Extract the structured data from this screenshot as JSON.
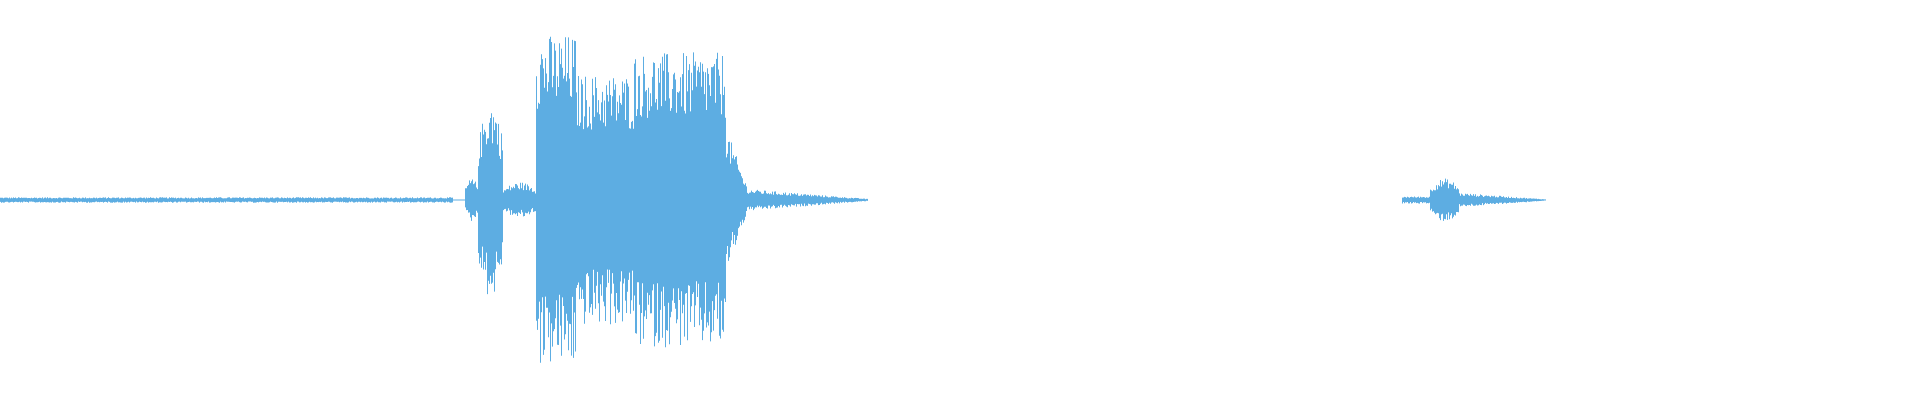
{
  "waveform": {
    "color": "#5dade2",
    "background": "#ffffff",
    "duration_fraction_segments": [
      {
        "start": 0.0,
        "end": 0.236,
        "amplitude": 0.015,
        "kind": "noise"
      },
      {
        "start": 0.242,
        "end": 0.249,
        "amplitude": 0.12,
        "kind": "burst"
      },
      {
        "start": 0.249,
        "end": 0.262,
        "amplitude": 0.55,
        "kind": "burst"
      },
      {
        "start": 0.262,
        "end": 0.279,
        "amplitude": 0.1,
        "kind": "burst"
      },
      {
        "start": 0.279,
        "end": 0.3,
        "amplitude": 0.92,
        "kind": "loud"
      },
      {
        "start": 0.3,
        "end": 0.33,
        "amplitude": 0.7,
        "kind": "loud"
      },
      {
        "start": 0.33,
        "end": 0.378,
        "amplitude": 0.82,
        "kind": "loud"
      },
      {
        "start": 0.378,
        "end": 0.39,
        "amplitude": 0.4,
        "kind": "decay"
      },
      {
        "start": 0.39,
        "end": 0.452,
        "amplitude": 0.06,
        "kind": "decay"
      },
      {
        "start": 0.73,
        "end": 0.745,
        "amplitude": 0.02,
        "kind": "noise"
      },
      {
        "start": 0.745,
        "end": 0.76,
        "amplitude": 0.12,
        "kind": "burst"
      },
      {
        "start": 0.76,
        "end": 0.805,
        "amplitude": 0.04,
        "kind": "decay"
      }
    ]
  }
}
